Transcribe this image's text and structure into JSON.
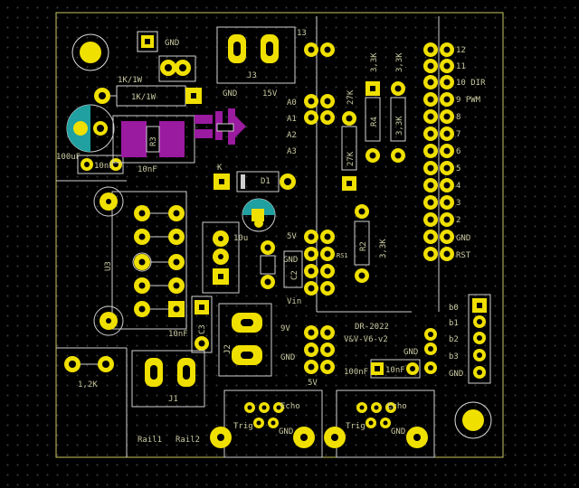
{
  "labels": {
    "gnd_top": "GND",
    "r_1k_a": "1K/1W",
    "r_1k_b": "1K/1W",
    "pin13": "13",
    "j3": "J3",
    "gnd_j3": "GND",
    "v15": "15V",
    "a0": "A0",
    "a1": "A1",
    "a2": "A2",
    "a3": "A3",
    "r27k_a": "27K",
    "r27k_b": "27K",
    "r33k_a": "3,3K",
    "r33k_b": "3,3K",
    "r33k_c": "3,3K",
    "r4": "R4",
    "r3": "R3",
    "c100u": "100uF",
    "c10n_a": "10nF",
    "c10n_b": "10nF",
    "k": "K",
    "d1": "D1",
    "u3": "U3",
    "c10u": "10u",
    "r2": "R2",
    "v5_a": "5V",
    "gnd_mid": "GND",
    "vin": "Vin",
    "rs1": "RS1",
    "c2": "C2",
    "c3": "C3",
    "c10n_c": "10nF",
    "j2": "J2",
    "v9": "9V",
    "gnd_j2": "GND",
    "v5_b": "5V",
    "board_id": "DR-2022",
    "board_rev": "V&V-V6-v2",
    "gnd_right": "GND",
    "c100n": "100nF",
    "c10n_d": "10nF",
    "r12k": "1,2K",
    "j1": "J1",
    "rail1": "Rail1",
    "rail2": "Rail2",
    "trig_a": "Trig",
    "echo_a": "Echo",
    "gnd_us_a": "GND",
    "trig_b": "Trig",
    "echo_b": "Echo",
    "gnd_us_b": "GND",
    "p12": "12",
    "p11": "11",
    "p10": "10 DIR",
    "p9": "9 PWM",
    "p8": "8",
    "p7": "7",
    "p6": "6",
    "p5": "5",
    "p4": "4",
    "p3": "3",
    "p2": "2",
    "pgnd": "GND",
    "prst": "RST",
    "b0": "b0",
    "b1": "b1",
    "b2": "b2",
    "b3": "b3",
    "bgnd": "GND"
  },
  "colors": {
    "copper": "#f0e000",
    "silkscreen": "#c9c9a2",
    "courtyard": "#e0e0e0",
    "teal": "#20a0a0",
    "magenta": "#9a1aa0",
    "outline": "#c8c860"
  }
}
